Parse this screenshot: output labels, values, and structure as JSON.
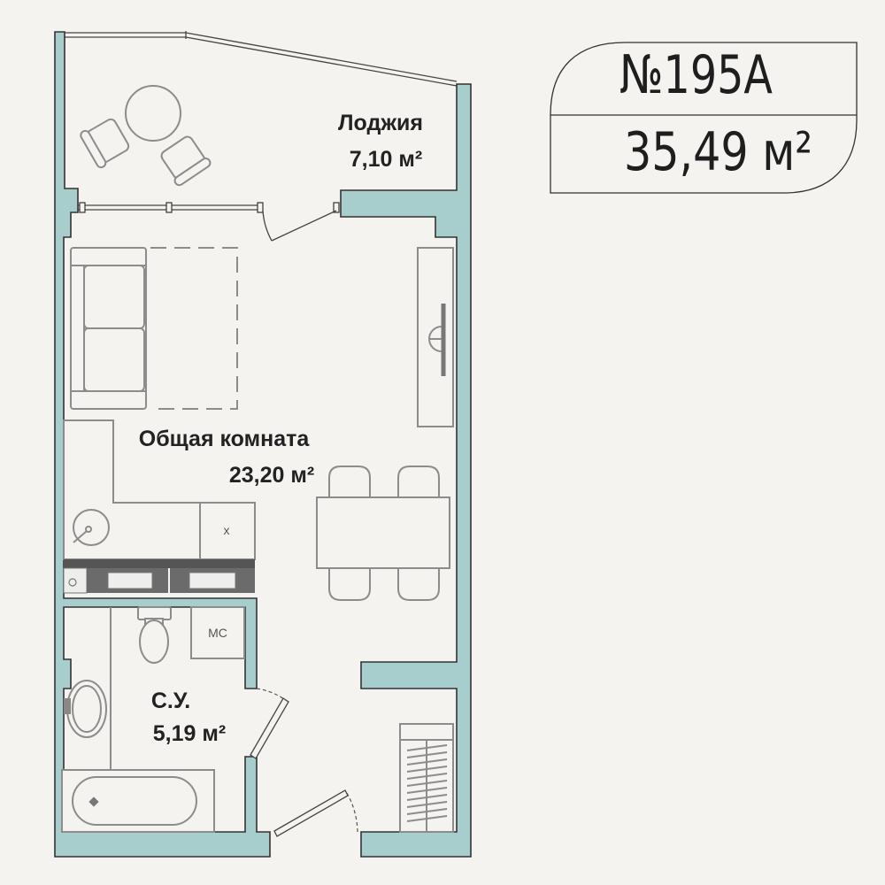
{
  "plan": {
    "number": "№195А",
    "total_area": "35,49 м²",
    "colors": {
      "background": "#f4f3ef",
      "wall": "#a7cdcd",
      "outline": "#333333",
      "furniture": "#8c8c8c"
    }
  },
  "rooms": {
    "loggia": {
      "name": "Лоджия",
      "area": "7,10 м²"
    },
    "living_room": {
      "name": "Общая комната",
      "area": "23,20 м²"
    },
    "bathroom": {
      "name": "С.У.",
      "area": "5,19 м²"
    }
  },
  "fixtures": {
    "kitchen_appliance_label": "х",
    "washing_machine_label": "МС"
  }
}
